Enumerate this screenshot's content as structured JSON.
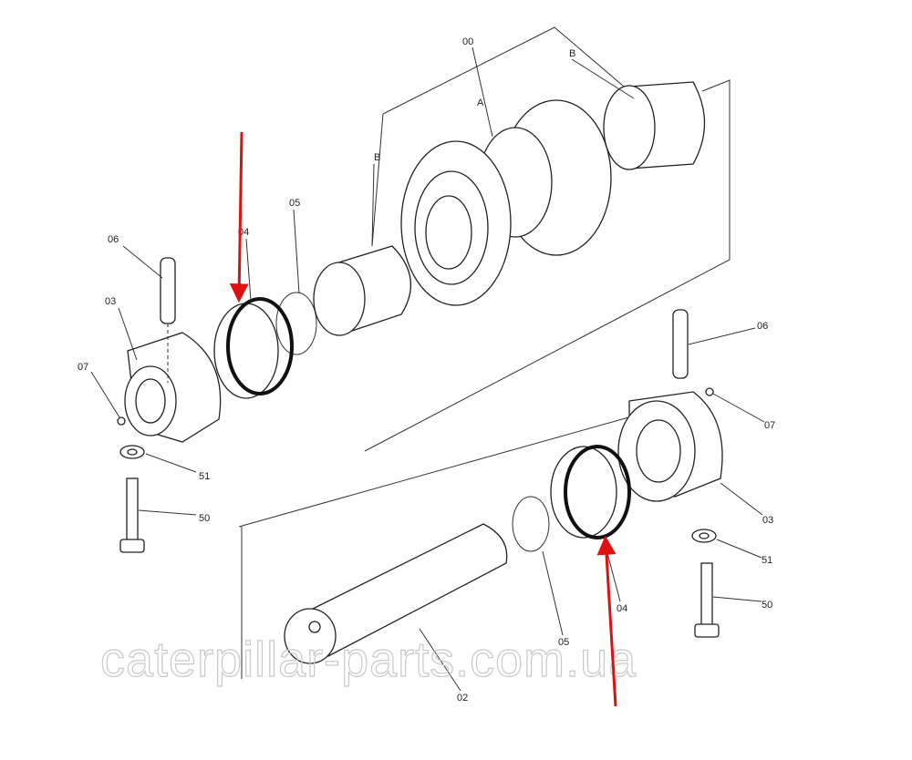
{
  "diagram": {
    "labels": {
      "assembly": "00",
      "b_top": "B",
      "a_roller": "A",
      "b_left": "B",
      "ring_05_top": "05",
      "seal_04_top": "04",
      "pin_06_left": "06",
      "collar_03_left": "03",
      "plug_07_left": "07",
      "washer_51_left": "51",
      "bolt_50_left": "50",
      "pin_06_right": "06",
      "plug_07_right": "07",
      "collar_03_right": "03",
      "washer_51_right": "51",
      "bolt_50_right": "50",
      "seal_04_bottom": "04",
      "ring_05_bottom": "05",
      "shaft_02": "02"
    },
    "watermark": "caterpillar-parts.com.ua",
    "highlight_color": "#e01010"
  }
}
